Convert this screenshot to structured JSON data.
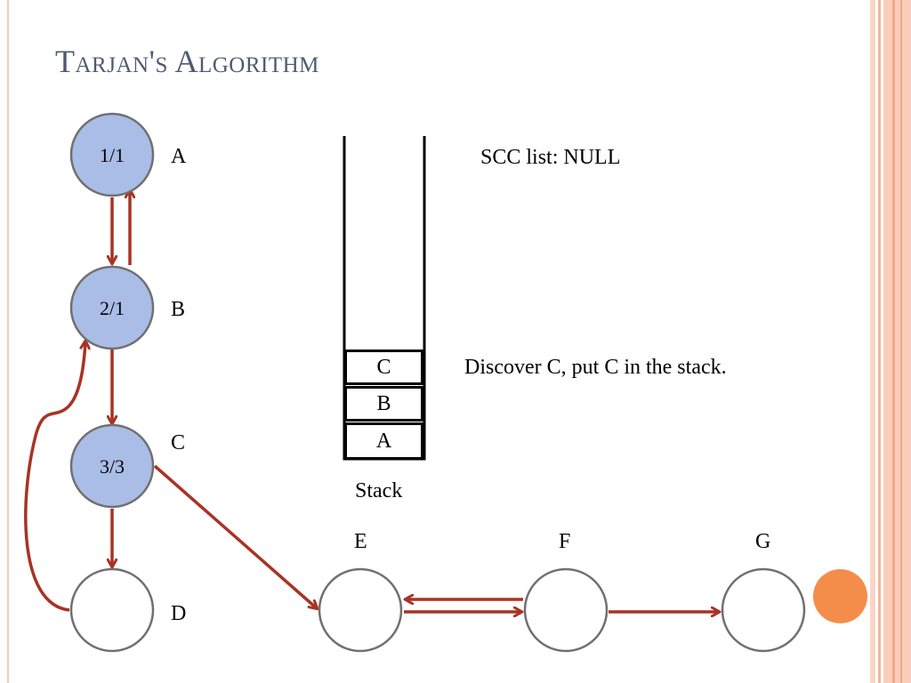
{
  "title": "Tarjan's Algorithm",
  "scc_list": "SCC list: NULL",
  "message": "Discover C, put C in the stack.",
  "stack": {
    "label": "Stack",
    "items": [
      "C",
      "B",
      "A"
    ]
  },
  "nodes": [
    {
      "id": "A",
      "value": "1/1",
      "visited": true
    },
    {
      "id": "B",
      "value": "2/1",
      "visited": true
    },
    {
      "id": "C",
      "value": "3/3",
      "visited": true
    },
    {
      "id": "D",
      "value": "",
      "visited": false
    },
    {
      "id": "E",
      "value": "",
      "visited": false
    },
    {
      "id": "F",
      "value": "",
      "visited": false
    },
    {
      "id": "G",
      "value": "",
      "visited": false
    }
  ],
  "edges": [
    {
      "from": "A",
      "to": "B"
    },
    {
      "from": "B",
      "to": "A"
    },
    {
      "from": "B",
      "to": "C"
    },
    {
      "from": "C",
      "to": "D"
    },
    {
      "from": "D",
      "to": "B"
    },
    {
      "from": "C",
      "to": "E"
    },
    {
      "from": "E",
      "to": "F"
    },
    {
      "from": "F",
      "to": "E"
    },
    {
      "from": "F",
      "to": "G"
    }
  ],
  "colors": {
    "visited_fill": "#a9bde6",
    "node_stroke": "#707070",
    "edge": "#a83324",
    "title": "#4e5b6f",
    "orange_dot": "#f58d4a"
  }
}
